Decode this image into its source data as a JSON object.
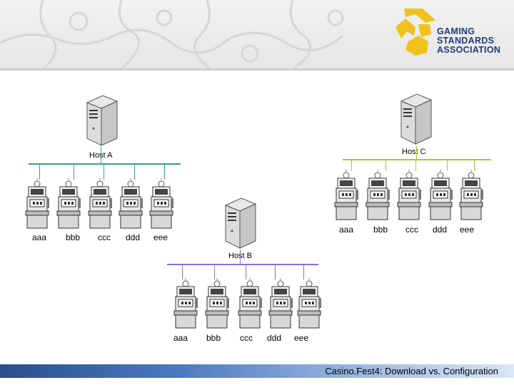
{
  "header": {
    "logo_text": [
      "GAMING",
      "STANDARDS",
      "ASSOCIATION"
    ],
    "colors": {
      "logo_yellow": "#f1c21b",
      "logo_blue": "#1f3d7a"
    }
  },
  "hosts": [
    {
      "name": "Host A",
      "line_color": "#3a9aa8",
      "machines": [
        "aaa",
        "bbb",
        "ccc",
        "ddd",
        "eee"
      ]
    },
    {
      "name": "Host C",
      "line_color": "#9ecb3c",
      "machines": [
        "aaa",
        "bbb",
        "ccc",
        "ddd",
        "eee"
      ]
    },
    {
      "name": "Host B",
      "line_color": "#8a6fd0",
      "machines": [
        "aaa",
        "bbb",
        "ccc",
        "ddd",
        "eee"
      ]
    }
  ],
  "footer": {
    "title": "Casino.Fest4: Download vs. Configuration"
  }
}
